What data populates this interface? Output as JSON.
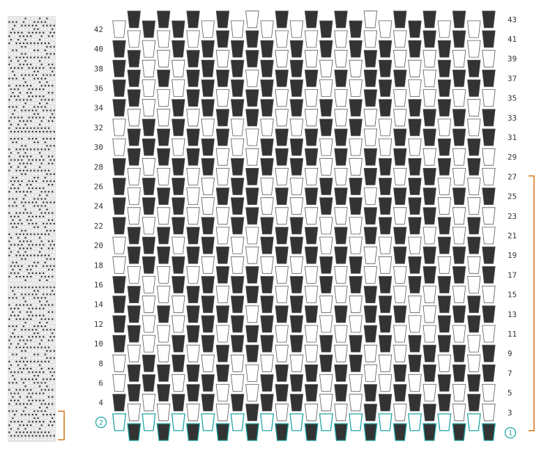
{
  "colors": {
    "dark": "#333333",
    "light": "#ffffff",
    "outline": "#555555",
    "highlight": "#1aa3a3",
    "bracket": "#d27a1e",
    "preview_dark": "#222222",
    "preview_light": "#e4e4e4"
  },
  "pattern": {
    "columns": 26,
    "total_rows": 43,
    "left_row_numbers": [
      "42",
      "40",
      "38",
      "36",
      "34",
      "32",
      "30",
      "28",
      "26",
      "24",
      "22",
      "20",
      "18",
      "16",
      "14",
      "12",
      "10",
      "8",
      "6",
      "4"
    ],
    "right_row_numbers": [
      "43",
      "41",
      "39",
      "37",
      "35",
      "33",
      "31",
      "29",
      "27",
      "25",
      "23",
      "21",
      "19",
      "17",
      "15",
      "13",
      "11",
      "9",
      "7",
      "5",
      "3"
    ],
    "start_markers": [
      "1",
      "2"
    ],
    "highlighted_rows": [
      1,
      2
    ],
    "repeat_range": {
      "from": 2,
      "to": 27
    }
  }
}
